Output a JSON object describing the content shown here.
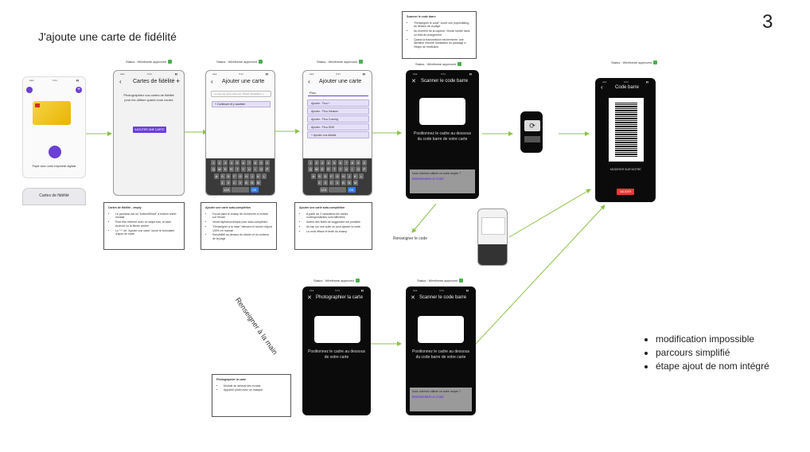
{
  "page": {
    "title": "J'ajoute une carte de fidélité",
    "number": "3"
  },
  "status_label": "Status : Wireframe approved",
  "home": {
    "tab_title": "Cartes de fidélité",
    "caption": "Payer avec votre empreinte digitale"
  },
  "screen_empty": {
    "title": "Cartes de fidélité",
    "body": "Photographiez vos cartes de fidélité pour les utiliser quand vous voulez",
    "button": "AJOUTER UNE CARTE"
  },
  "screen_add": {
    "title": "Ajouter une carte",
    "search_placeholder": "Le nom de votre carte (ex: Picard, Décathlon...)",
    "result": "+ Continuer et y accéder"
  },
  "screen_autocomplete": {
    "title": "Ajouter une carte",
    "search_value": "Flou",
    "items": [
      "Ajouter : Flou +",
      "Ajouter : Flou Infusion",
      "Ajouter : Flou Coming",
      "Ajouter : Flou SNS",
      "+ Ajouter vos détails"
    ]
  },
  "screen_scan_top": {
    "title": "Scanner le code barre",
    "text": "Positionnez le cadre au dessous du code barre de votre carte",
    "help": "Vous n'arrivez utiliser un autre moyen ?",
    "help_link": "RENSEIGNER LE CODE"
  },
  "screen_barcode": {
    "title": "Code barre",
    "label": "MODIFIER SUR NOTRE",
    "button": "VALIDER"
  },
  "screen_photo": {
    "title": "Photographier la carte",
    "text": "Positionnez le cadre au dessous de votre carte"
  },
  "screen_scan_bottom": {
    "title": "Scanner le code barre",
    "text": "Positionnez le cadre au dessous du code barre de votre carte",
    "help": "Vous n'arrivez utiliser un autre moyen ?",
    "help_link": "RENSEIGNER LE CODE"
  },
  "notes": {
    "scan": {
      "title": "Scanner le code barre",
      "items": [
        "\"Renseigner le code\" ouvre une popin/dialog au dessus de la page",
        "Au moment de la capture, l'écran tombe dans un état de chargement",
        "Quand la transmission est terminée, une vibration informe l'utilisateur du passage à l'étape de restitution"
      ]
    },
    "empty": {
      "title": "Cartes de fidélité - empty",
      "items": [
        "Le panneau est un \"bottomSheet\" à bottom sheet modale",
        "Peut être refermé avec un swipe bas, le back Android ou la flèche arrière",
        "Le \"+\" de \"Ajouter une carte\" ouvre le formulaire d'ajout de carte"
      ]
    },
    "add": {
      "title": "Ajouter une carte auto-complétion",
      "items": [
        "Focus dans le champ de recherche à l'entrée sur l'écran",
        "Visuel alphanumérique pour auto-complétion",
        "\"Renseigner à la main\" démarre le tunnel d'ajout 100% en manuel",
        "Sensibilité au-dessus du clavier et du contenu de la page"
      ]
    },
    "auto": {
      "title": "Ajouter une carte auto-complétion",
      "items": [
        "À partir de 2 caractères les cartes correspondantes sont affichées",
        "Autres des listes de suggestion est possible",
        "Au tap sur une suite on peut ajouter la carte",
        "La croix efface le texte du champ"
      ]
    },
    "photo": {
      "title": "Photographier la carte",
      "items": [
        "Module au dessus des écrans",
        "Appareil photo avec un masque"
      ]
    }
  },
  "labels": {
    "renseigner_code": "Renseigner le code",
    "renseigner_main": "Renseigner à la main"
  },
  "bullets": [
    "modification impossible",
    "parcours simplifié",
    "étape ajout de nom intégré"
  ],
  "colors": {
    "accent": "#6b3fd6",
    "arrow": "#8bc34a",
    "approved": "#4caf50",
    "button_red": "#e53935"
  }
}
